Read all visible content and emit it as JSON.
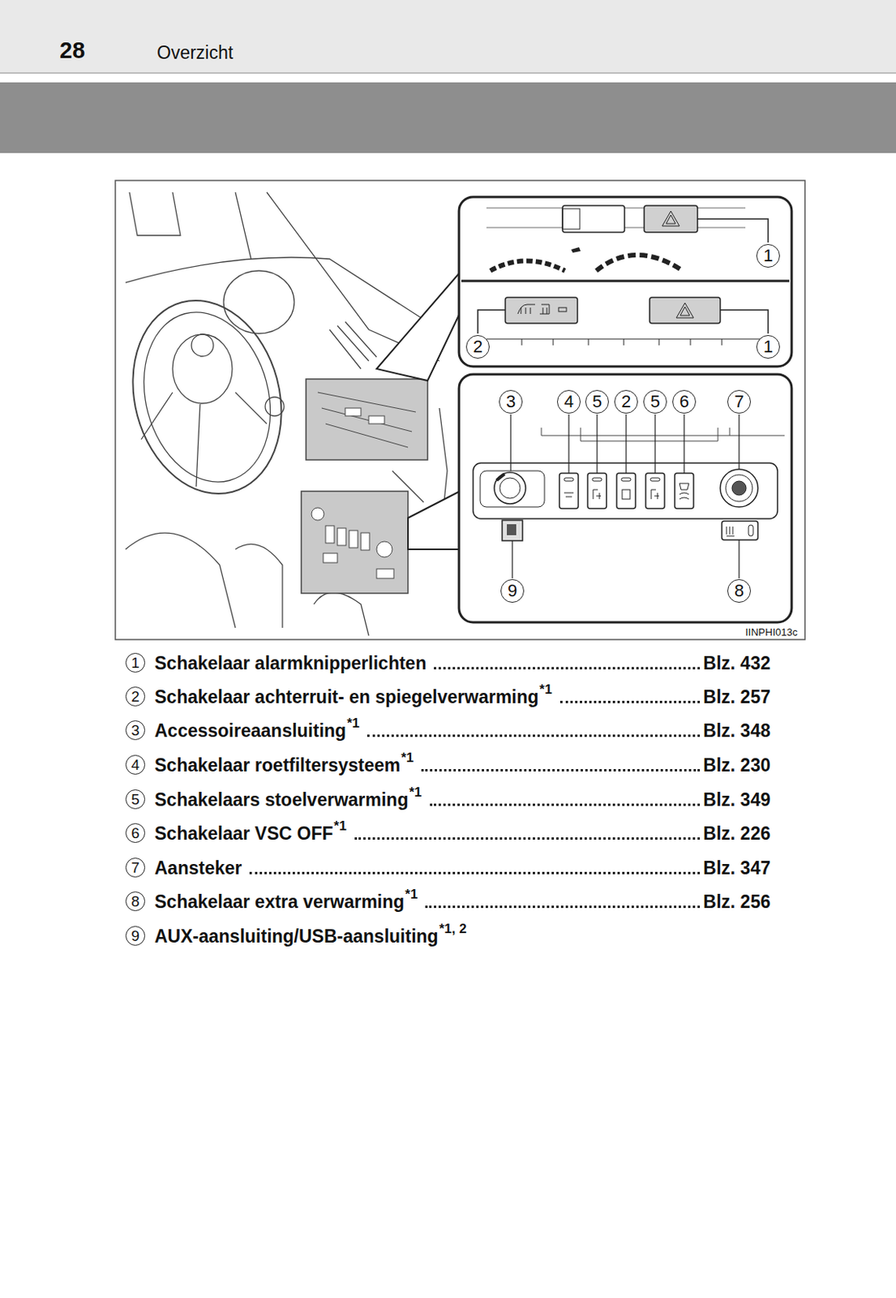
{
  "diagram": {
    "title": "Overzicht",
    "labels": [
      "28",
      "1",
      "2",
      "1",
      "3",
      "4",
      "5",
      "2",
      "5",
      "6",
      "7",
      "9",
      "8",
      "IINPHI013c",
      "1",
      "Schakelaar alarmknipperlichten",
      "Blz. 432",
      "2",
      "Schakelaar achterruit- en spiegelverwarming",
      "*1",
      "Blz. 257",
      "3",
      "Accessoireaansluiting",
      "*1",
      "Blz. 348",
      "4",
      "Schakelaar roetfiltersysteem",
      "*1",
      "Blz. 230",
      "5",
      "Schakelaars stoelverwarming",
      "*1",
      "Blz. 349",
      "6",
      "Schakelaar VSC OFF",
      "*1",
      "Blz. 226",
      "7",
      "Aansteker",
      "Blz. 347",
      "8",
      "Schakelaar extra verwarming",
      "*1",
      "Blz. 256",
      "9",
      "AUX-aansluiting/USB-aansluiting",
      "*1, 2"
    ]
  }
}
